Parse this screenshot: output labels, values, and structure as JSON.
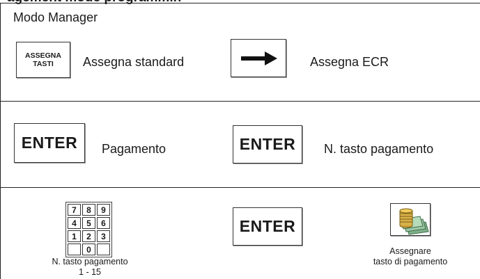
{
  "page": {
    "heading_fragment": "agement mode programmin",
    "title": "Modo Manager"
  },
  "row1": {
    "assegna_key_line1": "ASSEGNA",
    "assegna_key_line2": "TASTI",
    "assegna_standard_label": "Assegna standard",
    "arrow_key_icon": "arrow-right-icon",
    "assegna_ecr_label": "Assegna ECR"
  },
  "row2": {
    "enter_key_left": "ENTER",
    "pagamento_label": "Pagamento",
    "enter_key_right": "ENTER",
    "n_tasto_label": "N. tasto pagamento"
  },
  "row3": {
    "numpad_keys": [
      "7",
      "8",
      "9",
      "4",
      "5",
      "6",
      "1",
      "2",
      "3",
      "",
      "0",
      ""
    ],
    "numpad_caption_line1": "N. tasto pagamento",
    "numpad_caption_line2": "1 - 15",
    "enter_key": "ENTER",
    "payment_icon": "coins-banknotes-icon",
    "assign_caption_line1": "Assegnare",
    "assign_caption_line2": "tasto di pagamento"
  }
}
